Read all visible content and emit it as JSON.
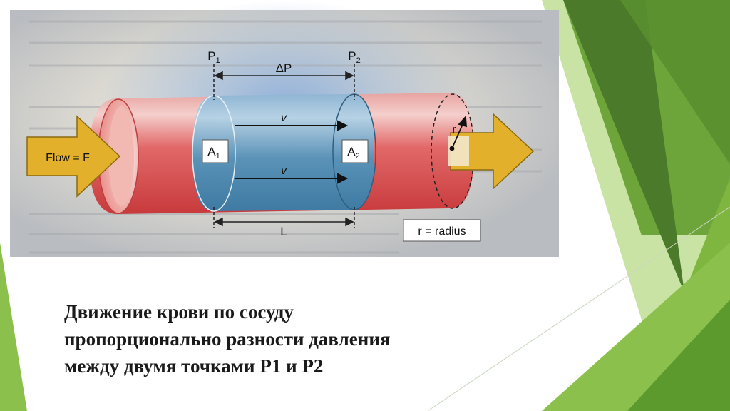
{
  "diagram": {
    "p1_label": "P",
    "p1_sub": "1",
    "p2_label": "P",
    "p2_sub": "2",
    "delta_p": "ΔP",
    "velocity_top": "v",
    "velocity_bottom": "v",
    "a1_label": "A",
    "a1_sub": "1",
    "a2_label": "A",
    "a2_sub": "2",
    "length_label": "L",
    "flow_label": "Flow = F",
    "radius_symbol": "r",
    "radius_legend": "r = radius"
  },
  "caption": {
    "line1": "Движение крови по сосуду",
    "line2": "пропорционально разности давления",
    "line3": "между двумя точками Р1 и Р2"
  },
  "colors": {
    "green_dark": "#4a7a2a",
    "green_mid": "#6ea53a",
    "green_light": "#9ccc5a",
    "arrow_yellow": "#e2b02a",
    "tube_red": "#d94b4b",
    "tube_blue": "#5b93b8"
  }
}
